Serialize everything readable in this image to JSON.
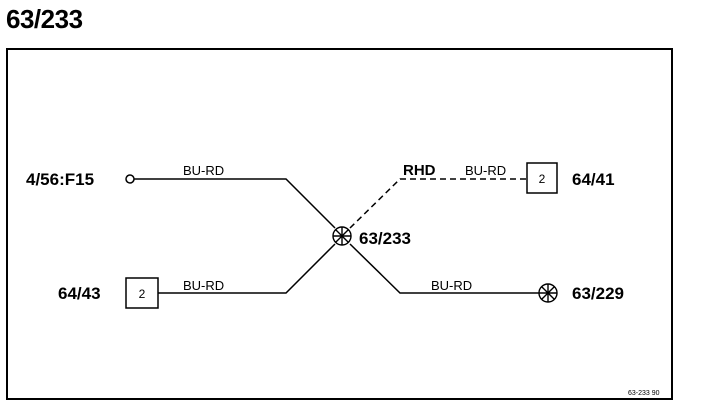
{
  "title": "63/233",
  "colors": {
    "line": "#000000",
    "background": "#ffffff"
  },
  "components": {
    "left_top": {
      "label": "4/56:F15",
      "terminal": "open-circle"
    },
    "left_bottom": {
      "label": "64/43",
      "pin": "2"
    },
    "right_top": {
      "label": "64/41",
      "pin": "2",
      "condition": "RHD"
    },
    "right_bottom": {
      "label": "63/229",
      "terminal": "ground-splice"
    },
    "center": {
      "label": "63/233",
      "terminal": "ground-splice"
    }
  },
  "wires": {
    "top_left": "BU-RD",
    "bottom_left": "BU-RD",
    "top_right": "BU-RD",
    "bottom_right": "BU-RD"
  },
  "footer_ref": "63-233  90"
}
